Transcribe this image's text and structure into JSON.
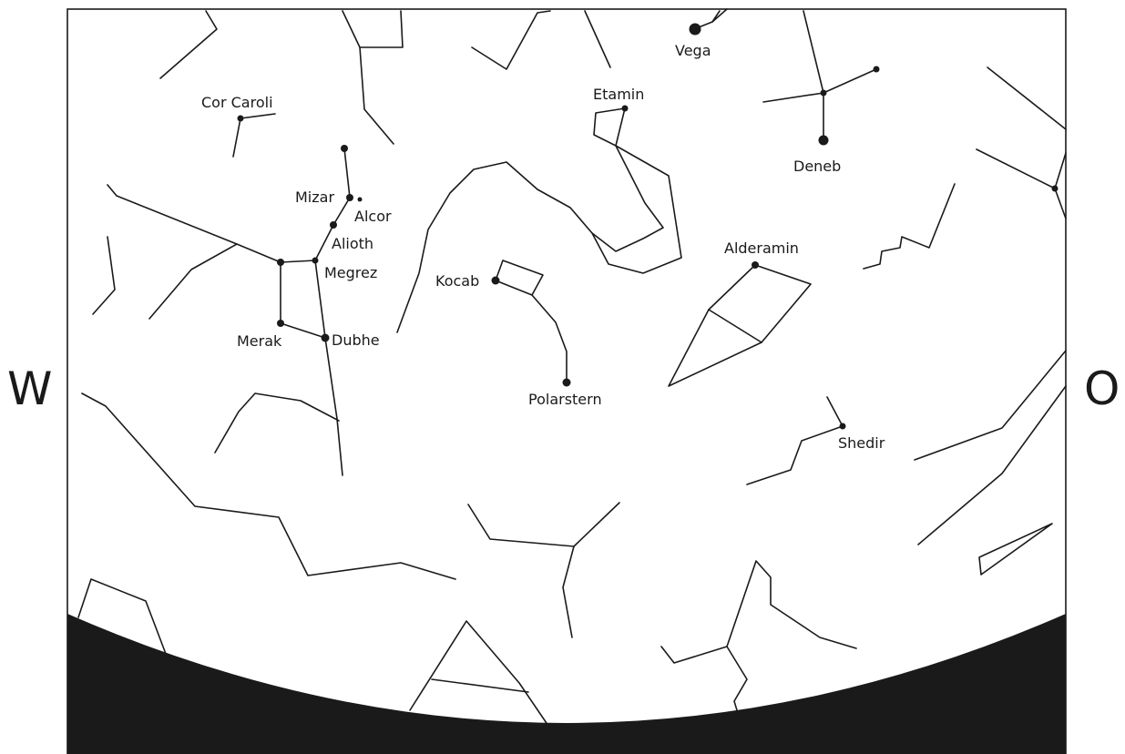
{
  "directions": {
    "west": "W",
    "east": "O"
  },
  "stars": {
    "vega": "Vega",
    "cor_caroli": "Cor Caroli",
    "etamin": "Etamin",
    "deneb": "Deneb",
    "mizar": "Mizar",
    "alcor": "Alcor",
    "alioth": "Alioth",
    "megrez": "Megrez",
    "merak": "Merak",
    "dubhe": "Dubhe",
    "kocab": "Kocab",
    "polarstern": "Polarstern",
    "alderamin": "Alderamin",
    "shedir": "Shedir"
  },
  "colors": {
    "ink": "#1a1a1a",
    "horizon": "#1a1a1a",
    "background": "#ffffff"
  }
}
